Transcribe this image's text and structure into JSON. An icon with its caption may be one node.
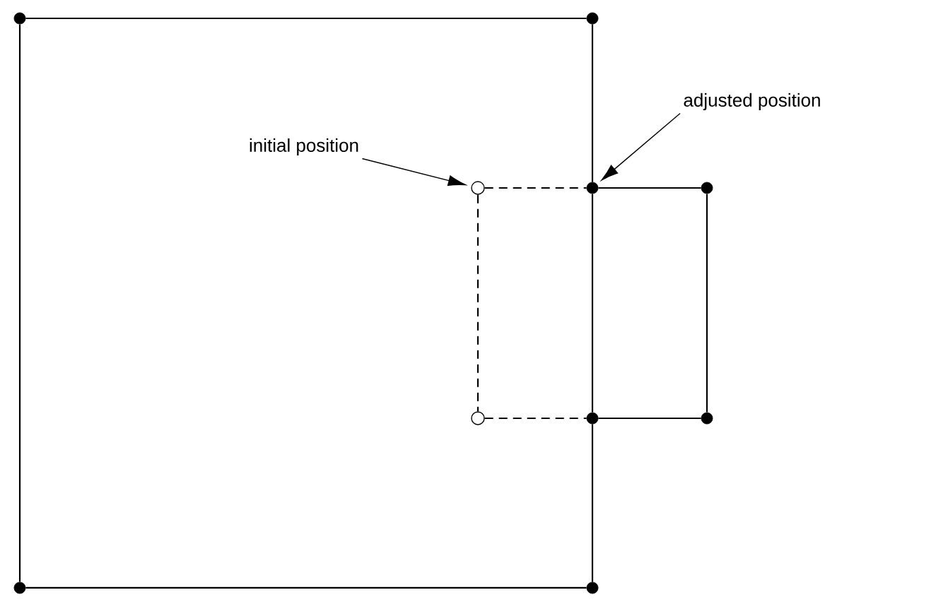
{
  "diagram": {
    "nodes": [
      {
        "text": [
          "initial position"
        ]
      },
      {
        "text": [
          "adjusted position"
        ]
      },
      {
        "text": [],
        "shape": "dot"
      },
      {
        "text": [],
        "shape": "dot"
      },
      {
        "text": [],
        "shape": "circle"
      },
      {
        "text": [],
        "shape": "dot"
      },
      {
        "text": [],
        "shape": "dot"
      },
      {
        "text": [],
        "shape": "circle"
      },
      {
        "text": [],
        "shape": "dot"
      },
      {
        "text": [],
        "shape": "dot"
      },
      {
        "text": [],
        "shape": "dot"
      },
      {
        "text": [],
        "shape": "dot"
      }
    ],
    "edges": [
      {
        "from": 2,
        "to": 3,
        "arrow": "none"
      },
      {
        "from": 2,
        "to": 10,
        "arrow": "none"
      },
      {
        "from": 10,
        "to": 11,
        "arrow": "none"
      },
      {
        "from": 3,
        "to": 5,
        "arrow": "none"
      },
      {
        "from": 5,
        "to": 8,
        "arrow": "none"
      },
      {
        "from": 8,
        "to": 11,
        "arrow": "none"
      },
      {
        "from": 5,
        "to": 6,
        "arrow": "none"
      },
      {
        "from": 6,
        "to": 9,
        "arrow": "none"
      },
      {
        "from": 8,
        "to": 9,
        "arrow": "none"
      },
      {
        "from": 4,
        "to": 5,
        "arrow": "none",
        "style": "dashed"
      },
      {
        "from": 4,
        "to": 7,
        "arrow": "none",
        "style": "dashed"
      },
      {
        "from": 7,
        "to": 8,
        "arrow": "none",
        "style": "dashed"
      },
      {
        "from": 0,
        "to": 4,
        "arrow": "to"
      },
      {
        "from": 1,
        "to": 5,
        "arrow": "to"
      }
    ]
  }
}
